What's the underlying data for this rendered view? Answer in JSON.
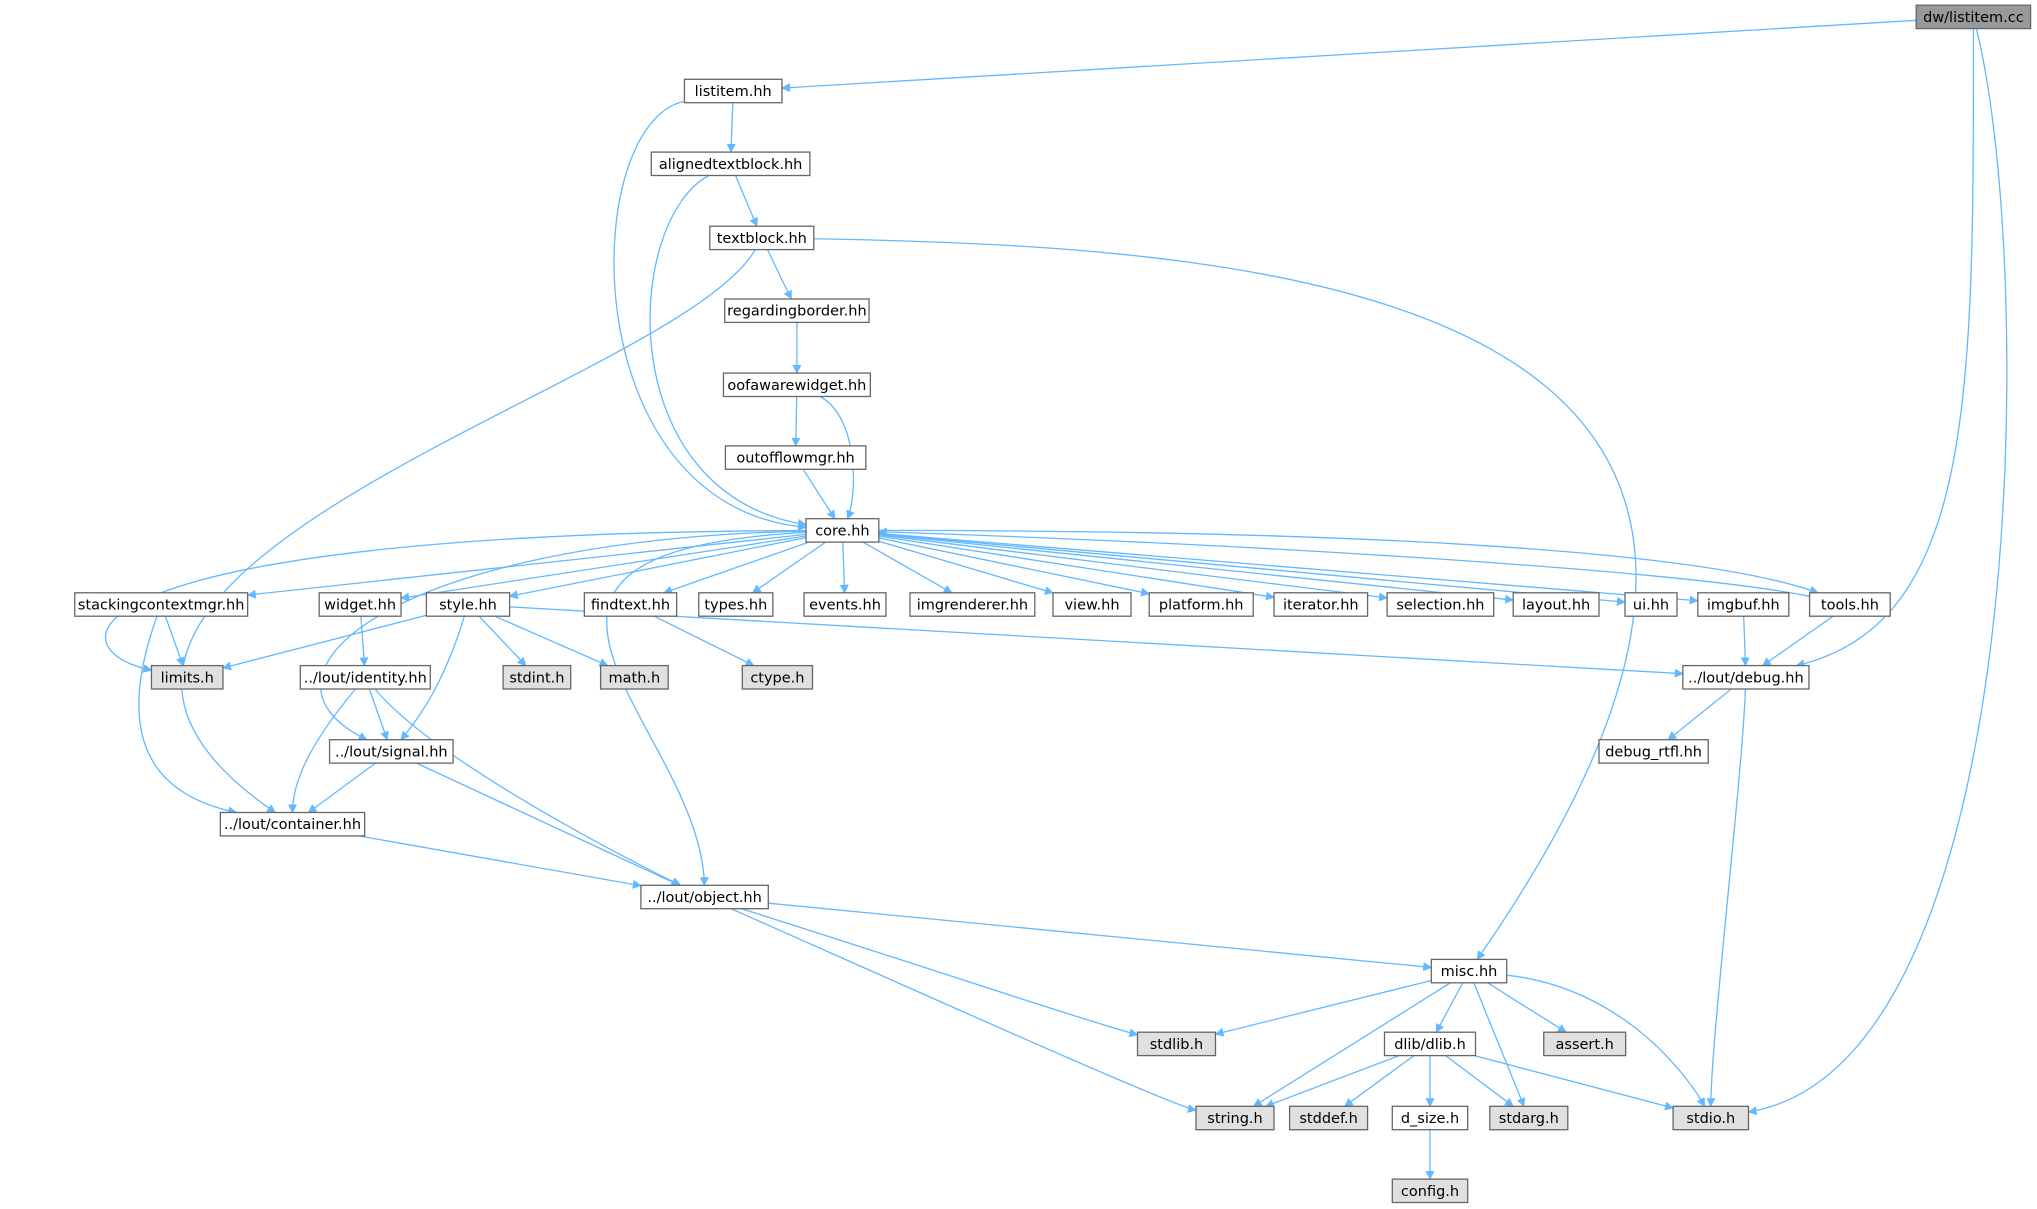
{
  "colors": {
    "node_fill": "#ffffff",
    "node_stroke": "#666666",
    "root_fill": "#999999",
    "external_fill": "#e0e0e0",
    "external_stroke": "#999999",
    "edge": "#63b8ff"
  },
  "nodes": [
    {
      "id": "listitem_cc",
      "label": "dw/listitem.cc",
      "kind": "root"
    },
    {
      "id": "listitem_hh",
      "label": "listitem.hh",
      "kind": "header"
    },
    {
      "id": "alignedtextblock_hh",
      "label": "alignedtextblock.hh",
      "kind": "header"
    },
    {
      "id": "textblock_hh",
      "label": "textblock.hh",
      "kind": "header"
    },
    {
      "id": "regardingborder_hh",
      "label": "regardingborder.hh",
      "kind": "header"
    },
    {
      "id": "oofawarewidget_hh",
      "label": "oofawarewidget.hh",
      "kind": "header"
    },
    {
      "id": "outofflowmgr_hh",
      "label": "outofflowmgr.hh",
      "kind": "header"
    },
    {
      "id": "core_hh",
      "label": "core.hh",
      "kind": "header"
    },
    {
      "id": "stackingcontextmgr_hh",
      "label": "stackingcontextmgr.hh",
      "kind": "header"
    },
    {
      "id": "widget_hh",
      "label": "widget.hh",
      "kind": "header"
    },
    {
      "id": "style_hh",
      "label": "style.hh",
      "kind": "header"
    },
    {
      "id": "findtext_hh",
      "label": "findtext.hh",
      "kind": "header"
    },
    {
      "id": "types_hh",
      "label": "types.hh",
      "kind": "header"
    },
    {
      "id": "events_hh",
      "label": "events.hh",
      "kind": "header"
    },
    {
      "id": "imgrenderer_hh",
      "label": "imgrenderer.hh",
      "kind": "header"
    },
    {
      "id": "view_hh",
      "label": "view.hh",
      "kind": "header"
    },
    {
      "id": "platform_hh",
      "label": "platform.hh",
      "kind": "header"
    },
    {
      "id": "iterator_hh",
      "label": "iterator.hh",
      "kind": "header"
    },
    {
      "id": "selection_hh",
      "label": "selection.hh",
      "kind": "header"
    },
    {
      "id": "layout_hh",
      "label": "layout.hh",
      "kind": "header"
    },
    {
      "id": "ui_hh",
      "label": "ui.hh",
      "kind": "header"
    },
    {
      "id": "imgbuf_hh",
      "label": "imgbuf.hh",
      "kind": "header"
    },
    {
      "id": "tools_hh",
      "label": "tools.hh",
      "kind": "header"
    },
    {
      "id": "limits_h",
      "label": "limits.h",
      "kind": "external"
    },
    {
      "id": "lout_identity_hh",
      "label": "../lout/identity.hh",
      "kind": "header"
    },
    {
      "id": "stdint_h",
      "label": "stdint.h",
      "kind": "external"
    },
    {
      "id": "math_h",
      "label": "math.h",
      "kind": "external"
    },
    {
      "id": "ctype_h",
      "label": "ctype.h",
      "kind": "external"
    },
    {
      "id": "lout_debug_hh",
      "label": "../lout/debug.hh",
      "kind": "header"
    },
    {
      "id": "lout_signal_hh",
      "label": "../lout/signal.hh",
      "kind": "header"
    },
    {
      "id": "debug_rtfl_hh",
      "label": "debug_rtfl.hh",
      "kind": "header"
    },
    {
      "id": "lout_container_hh",
      "label": "../lout/container.hh",
      "kind": "header"
    },
    {
      "id": "lout_object_hh",
      "label": "../lout/object.hh",
      "kind": "header"
    },
    {
      "id": "misc_hh",
      "label": "misc.hh",
      "kind": "header"
    },
    {
      "id": "stdlib_h",
      "label": "stdlib.h",
      "kind": "external"
    },
    {
      "id": "assert_h",
      "label": "assert.h",
      "kind": "external"
    },
    {
      "id": "dlib_dlib_h",
      "label": "dlib/dlib.h",
      "kind": "header"
    },
    {
      "id": "string_h",
      "label": "string.h",
      "kind": "external"
    },
    {
      "id": "stddef_h",
      "label": "stddef.h",
      "kind": "external"
    },
    {
      "id": "d_size_h",
      "label": "d_size.h",
      "kind": "header"
    },
    {
      "id": "stdarg_h",
      "label": "stdarg.h",
      "kind": "external"
    },
    {
      "id": "stdio_h",
      "label": "stdio.h",
      "kind": "external"
    },
    {
      "id": "config_h",
      "label": "config.h",
      "kind": "external"
    }
  ],
  "edges": [
    [
      "listitem_cc",
      "listitem_hh"
    ],
    [
      "listitem_cc",
      "lout_debug_hh"
    ],
    [
      "listitem_cc",
      "stdio_h"
    ],
    [
      "listitem_hh",
      "alignedtextblock_hh"
    ],
    [
      "listitem_hh",
      "core_hh"
    ],
    [
      "alignedtextblock_hh",
      "textblock_hh"
    ],
    [
      "alignedtextblock_hh",
      "core_hh"
    ],
    [
      "textblock_hh",
      "regardingborder_hh"
    ],
    [
      "textblock_hh",
      "misc_hh"
    ],
    [
      "textblock_hh",
      "lout_container_hh"
    ],
    [
      "regardingborder_hh",
      "oofawarewidget_hh"
    ],
    [
      "oofawarewidget_hh",
      "outofflowmgr_hh"
    ],
    [
      "oofawarewidget_hh",
      "core_hh"
    ],
    [
      "outofflowmgr_hh",
      "core_hh"
    ],
    [
      "core_hh",
      "stackingcontextmgr_hh"
    ],
    [
      "core_hh",
      "widget_hh"
    ],
    [
      "core_hh",
      "style_hh"
    ],
    [
      "core_hh",
      "findtext_hh"
    ],
    [
      "core_hh",
      "types_hh"
    ],
    [
      "core_hh",
      "events_hh"
    ],
    [
      "core_hh",
      "imgrenderer_hh"
    ],
    [
      "core_hh",
      "view_hh"
    ],
    [
      "core_hh",
      "platform_hh"
    ],
    [
      "core_hh",
      "iterator_hh"
    ],
    [
      "core_hh",
      "selection_hh"
    ],
    [
      "core_hh",
      "layout_hh"
    ],
    [
      "core_hh",
      "ui_hh"
    ],
    [
      "core_hh",
      "imgbuf_hh"
    ],
    [
      "core_hh",
      "tools_hh"
    ],
    [
      "core_hh",
      "limits_h"
    ],
    [
      "core_hh",
      "lout_signal_hh"
    ],
    [
      "core_hh",
      "lout_object_hh"
    ],
    [
      "stackingcontextmgr_hh",
      "limits_h"
    ],
    [
      "stackingcontextmgr_hh",
      "lout_container_hh"
    ],
    [
      "widget_hh",
      "lout_identity_hh"
    ],
    [
      "style_hh",
      "limits_h"
    ],
    [
      "style_hh",
      "stdint_h"
    ],
    [
      "style_hh",
      "math_h"
    ],
    [
      "style_hh",
      "lout_signal_hh"
    ],
    [
      "style_hh",
      "lout_debug_hh"
    ],
    [
      "findtext_hh",
      "ctype_h"
    ],
    [
      "imgbuf_hh",
      "lout_debug_hh"
    ],
    [
      "tools_hh",
      "core_hh"
    ],
    [
      "tools_hh",
      "lout_debug_hh"
    ],
    [
      "lout_debug_hh",
      "debug_rtfl_hh"
    ],
    [
      "lout_debug_hh",
      "stdio_h"
    ],
    [
      "lout_identity_hh",
      "lout_signal_hh"
    ],
    [
      "lout_identity_hh",
      "lout_container_hh"
    ],
    [
      "lout_identity_hh",
      "lout_object_hh"
    ],
    [
      "lout_signal_hh",
      "lout_container_hh"
    ],
    [
      "lout_signal_hh",
      "lout_object_hh"
    ],
    [
      "lout_container_hh",
      "lout_object_hh"
    ],
    [
      "lout_object_hh",
      "misc_hh"
    ],
    [
      "lout_object_hh",
      "stdlib_h"
    ],
    [
      "lout_object_hh",
      "string_h"
    ],
    [
      "misc_hh",
      "stdlib_h"
    ],
    [
      "misc_hh",
      "assert_h"
    ],
    [
      "misc_hh",
      "dlib_dlib_h"
    ],
    [
      "misc_hh",
      "string_h"
    ],
    [
      "misc_hh",
      "stdarg_h"
    ],
    [
      "misc_hh",
      "stdio_h"
    ],
    [
      "dlib_dlib_h",
      "string_h"
    ],
    [
      "dlib_dlib_h",
      "stddef_h"
    ],
    [
      "dlib_dlib_h",
      "d_size_h"
    ],
    [
      "dlib_dlib_h",
      "stdarg_h"
    ],
    [
      "dlib_dlib_h",
      "stdio_h"
    ],
    [
      "d_size_h",
      "config_h"
    ]
  ]
}
